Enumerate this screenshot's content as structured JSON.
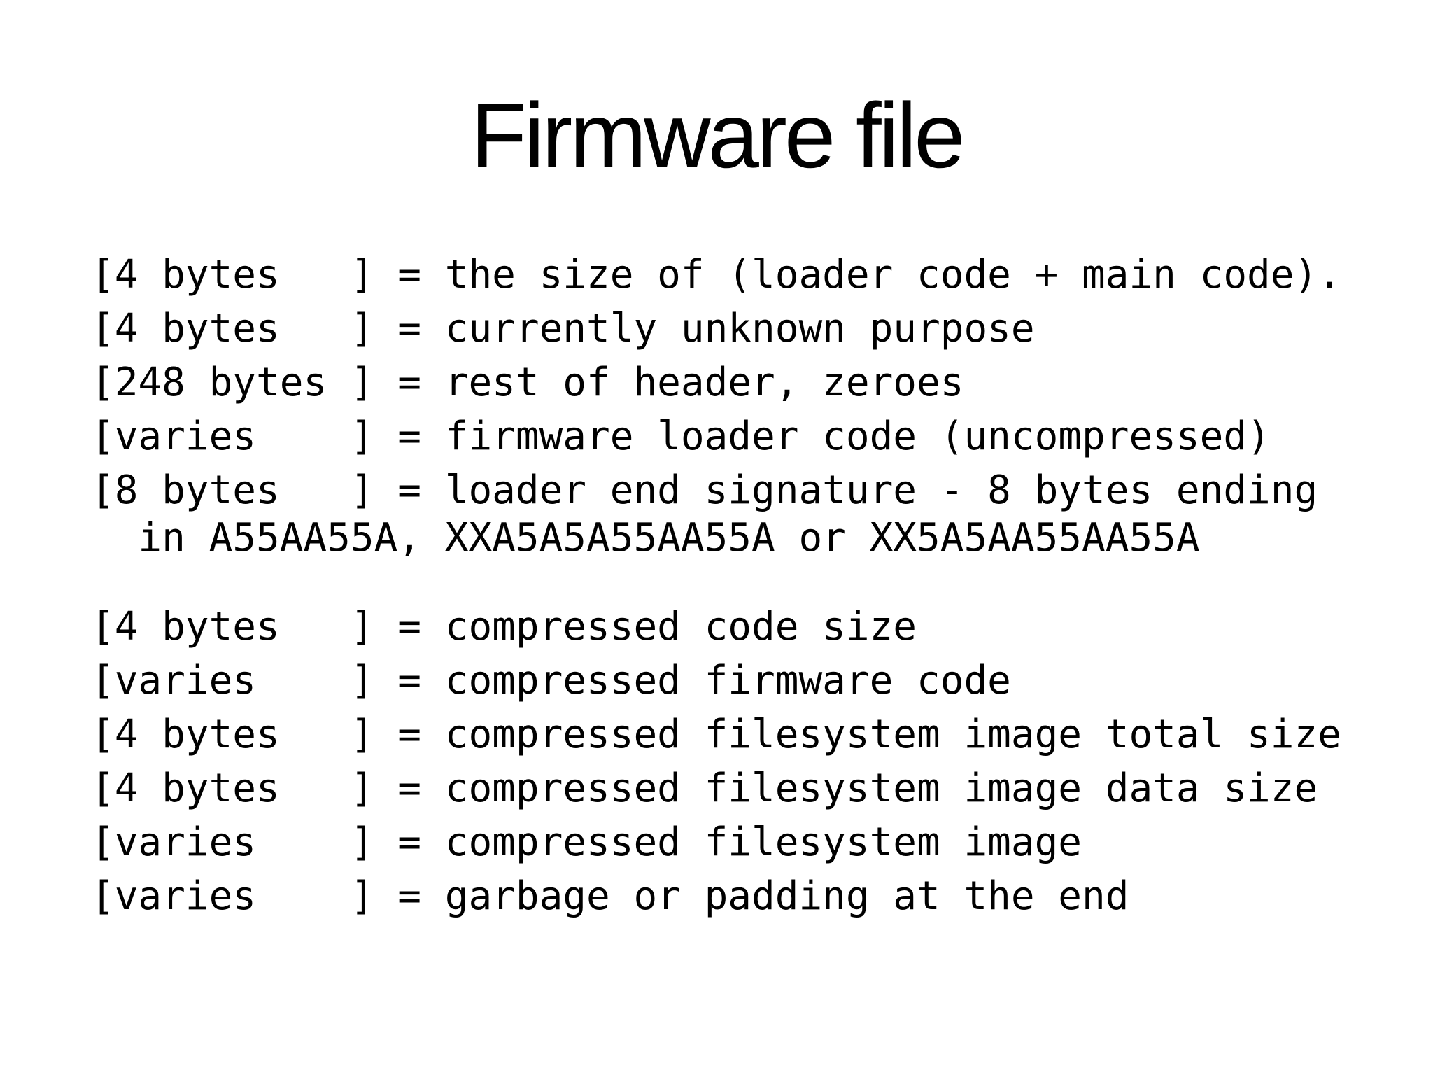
{
  "slide": {
    "title": "Firmware file",
    "colors": {
      "background": "#ffffff",
      "text": "#000000"
    },
    "format_lines": [
      {
        "kind": "entry",
        "text": "[4 bytes   ] = the size of (loader code + main code)."
      },
      {
        "kind": "entry",
        "text": "[4 bytes   ] = currently unknown purpose"
      },
      {
        "kind": "entry",
        "text": "[248 bytes ] = rest of header, zeroes"
      },
      {
        "kind": "entry",
        "text": "[varies    ] = firmware loader code (uncompressed)"
      },
      {
        "kind": "entry",
        "text": "[8 bytes   ] = loader end signature - 8 bytes ending"
      },
      {
        "kind": "wrap",
        "text": "  in A55AA55A, XXA5A5A55AA55A or XX5A5AA55AA55A"
      },
      {
        "kind": "blank",
        "text": ""
      },
      {
        "kind": "entry",
        "text": "[4 bytes   ] = compressed code size"
      },
      {
        "kind": "entry",
        "text": "[varies    ] = compressed firmware code"
      },
      {
        "kind": "entry",
        "text": "[4 bytes   ] = compressed filesystem image total size"
      },
      {
        "kind": "entry",
        "text": "[4 bytes   ] = compressed filesystem image data size"
      },
      {
        "kind": "entry",
        "text": "[varies    ] = compressed filesystem image"
      },
      {
        "kind": "entry",
        "text": "[varies    ] = garbage or padding at the end"
      }
    ]
  }
}
